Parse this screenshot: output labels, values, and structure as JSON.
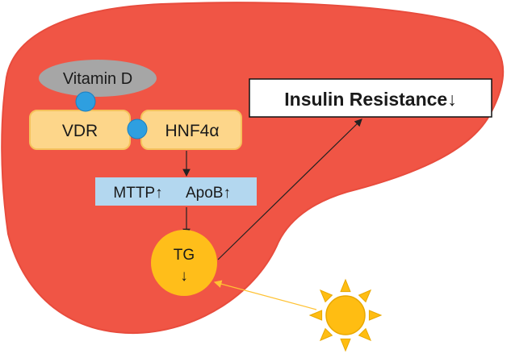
{
  "colors": {
    "liver": "#f05545",
    "liver_stroke": "#e84c3d",
    "vitamin_d": "#a6a6a6",
    "receptor_box": "#fdd68a",
    "receptor_stroke": "#f6c25c",
    "binding_dot": "#2e9fe0",
    "protein_bar": "#b3d7ef",
    "tg_circle": "#ffbe1a",
    "sun": "#ffbd12",
    "result_box": "#ffffff",
    "arrow": "#222222",
    "sun_arrow": "#ffc233"
  },
  "nodes": {
    "vitamin_d": "Vitamin D",
    "vdr": "VDR",
    "hnf4a": "HNF4α",
    "mttp": "MTTP↑",
    "apob": "ApoB↑",
    "tg": "TG",
    "tg_arrow": "↓",
    "insulin_resistance": "Insulin Resistance↓"
  },
  "icons": {
    "sun": "sun-icon"
  }
}
